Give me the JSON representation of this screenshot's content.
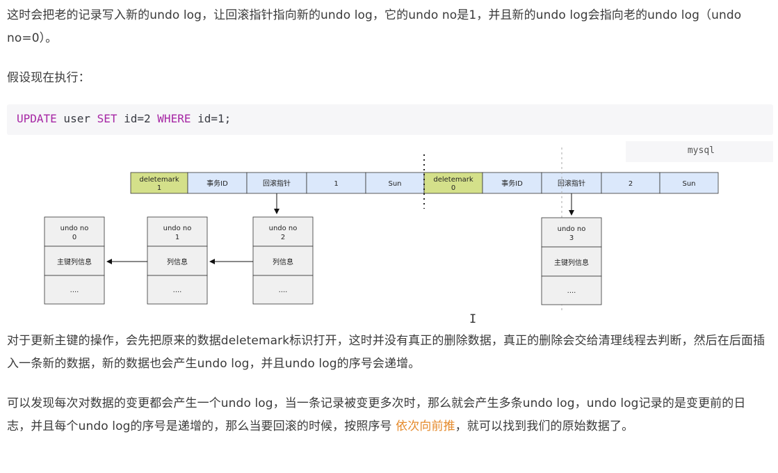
{
  "para1": "这时会把老的记录写入新的undo log，让回滚指针指向新的undo log，它的undo no是1，并且新的undo log会指向老的undo log（undo no=0）。",
  "para2": "假设现在执行：",
  "code": {
    "kw_update": "UPDATE",
    "part1": " user ",
    "kw_set": "SET",
    "part2": " id=2 ",
    "kw_where": "WHERE",
    "part3": " id=1;",
    "language": "mysql"
  },
  "diagram": {
    "row1": {
      "deletemark_label": "deletemark",
      "deletemark_value": "1",
      "txid": "事务ID",
      "rollptr": "回滚指针",
      "id": "1",
      "name": "Sun"
    },
    "row2": {
      "deletemark_label": "deletemark",
      "deletemark_value": "0",
      "txid": "事务ID",
      "rollptr": "回滚指针",
      "id": "2",
      "name": "Sun"
    },
    "undo0": {
      "label": "undo no",
      "no": "0",
      "info": "主键列信息",
      "more": "...."
    },
    "undo1": {
      "label": "undo no",
      "no": "1",
      "info": "列信息",
      "more": "...."
    },
    "undo2": {
      "label": "undo no",
      "no": "2",
      "info": "列信息",
      "more": "...."
    },
    "undo3": {
      "label": "undo no",
      "no": "3",
      "info": "主键列信息",
      "more": "...."
    },
    "colors": {
      "deletemark_fill": "#d4e08a",
      "cell_fill": "#dbe8fb",
      "undo_fill": "#f0f0f0"
    }
  },
  "cursor_glyph": "I",
  "para3": "对于更新主键的操作，会先把原来的数据deletemark标识打开，这时并没有真正的删除数据，真正的删除会交给清理线程去判断，然后在后面插入一条新的数据，新的数据也会产生undo log，并且undo log的序号会递增。",
  "para4_a": "可以发现每次对数据的变更都会产生一个undo log，当一条记录被变更多次时，那么就会产生多条undo log，undo log记录的是变更前的日志，并且每个undo log的序号是递增的，那么当要回滚的时候，按照序号 ",
  "para4_hl": "依次向前推",
  "para4_b": "，就可以找到我们的原始数据了。"
}
